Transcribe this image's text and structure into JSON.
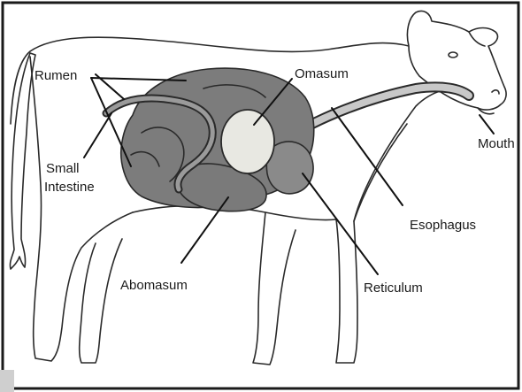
{
  "labels": {
    "rumen": "Rumen",
    "small_intestine_line1": "Small",
    "small_intestine_line2": "Intestine",
    "omasum": "Omasum",
    "mouth": "Mouth",
    "esophagus": "Esophagus",
    "abomasum": "Abomasum",
    "reticulum": "Reticulum"
  },
  "colors": {
    "frame": "#1a1a1a",
    "rumen": "#7c7c7c",
    "rumen_folds": "#6a6a6a",
    "reticulum": "#8a8a8a",
    "abomasum": "#7a7a7a",
    "omasum": "#e8e8e2",
    "intestine": "#9a9a9a",
    "esophagus": "#c8c8c8"
  }
}
